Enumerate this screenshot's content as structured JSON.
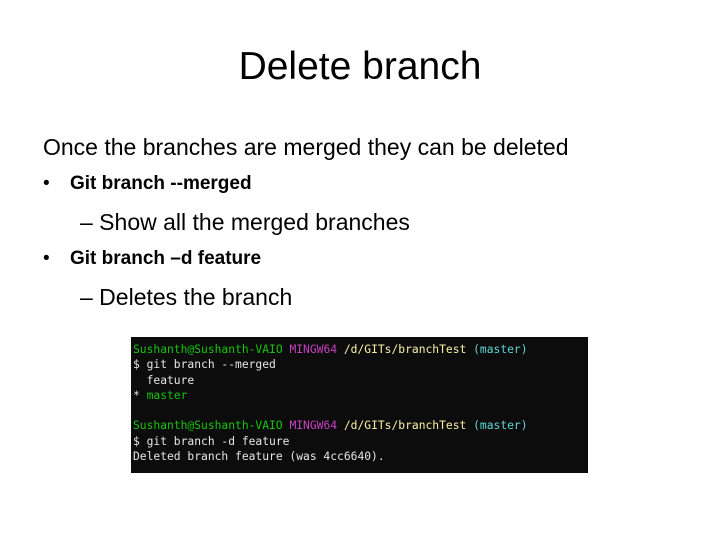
{
  "slide": {
    "title": "Delete branch",
    "intro": "Once the branches are merged they can be deleted",
    "bullets": [
      {
        "text": "Git branch --merged",
        "sub": "– Show all the merged branches"
      },
      {
        "text": "Git branch –d feature",
        "sub": "– Deletes the branch"
      }
    ]
  },
  "terminal": {
    "prompt_user": "Sushanth@Sushanth-VAIO",
    "prompt_env": "MINGW64",
    "prompt_path": "/d/GITs/branchTest",
    "prompt_branch": "(master)",
    "cmd1": "$ git branch --merged",
    "out1": "  feature",
    "out2": "* master",
    "cmd2": "$ git branch -d feature",
    "out3": "Deleted branch feature (was 4cc6640)."
  }
}
